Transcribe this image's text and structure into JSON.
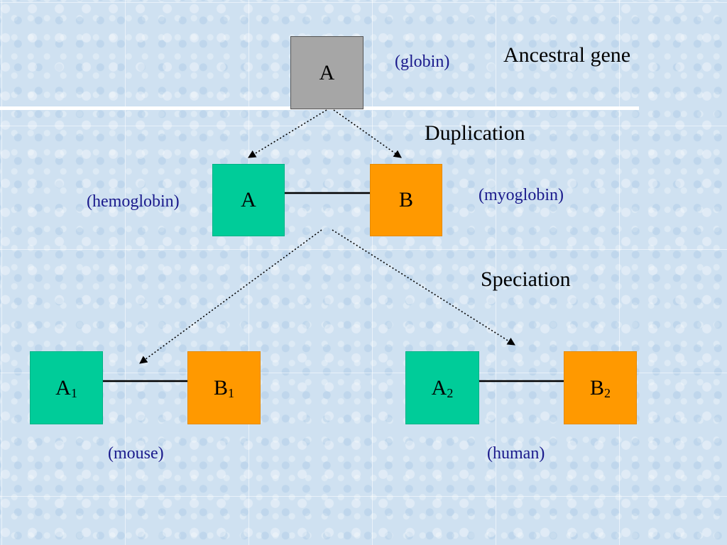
{
  "ancestral": {
    "box": "A",
    "note": "(globin)",
    "title": "Ancestral gene"
  },
  "duplication": {
    "title": "Duplication",
    "left_box": "A",
    "left_note": "(hemoglobin)",
    "right_box": "B",
    "right_note": "(myoglobin)"
  },
  "speciation": {
    "title": "Speciation",
    "mouse": {
      "a_letter": "A",
      "a_sub": "1",
      "b_letter": "B",
      "b_sub": "1",
      "note": "(mouse)"
    },
    "human": {
      "a_letter": "A",
      "a_sub": "2",
      "b_letter": "B",
      "b_sub": "2",
      "note": "(human)"
    }
  },
  "colors": {
    "ancestral_box": "#a6a6a6",
    "a_genes": "#00cc99",
    "b_genes": "#ff9900",
    "note_text": "#1a1a8c"
  }
}
